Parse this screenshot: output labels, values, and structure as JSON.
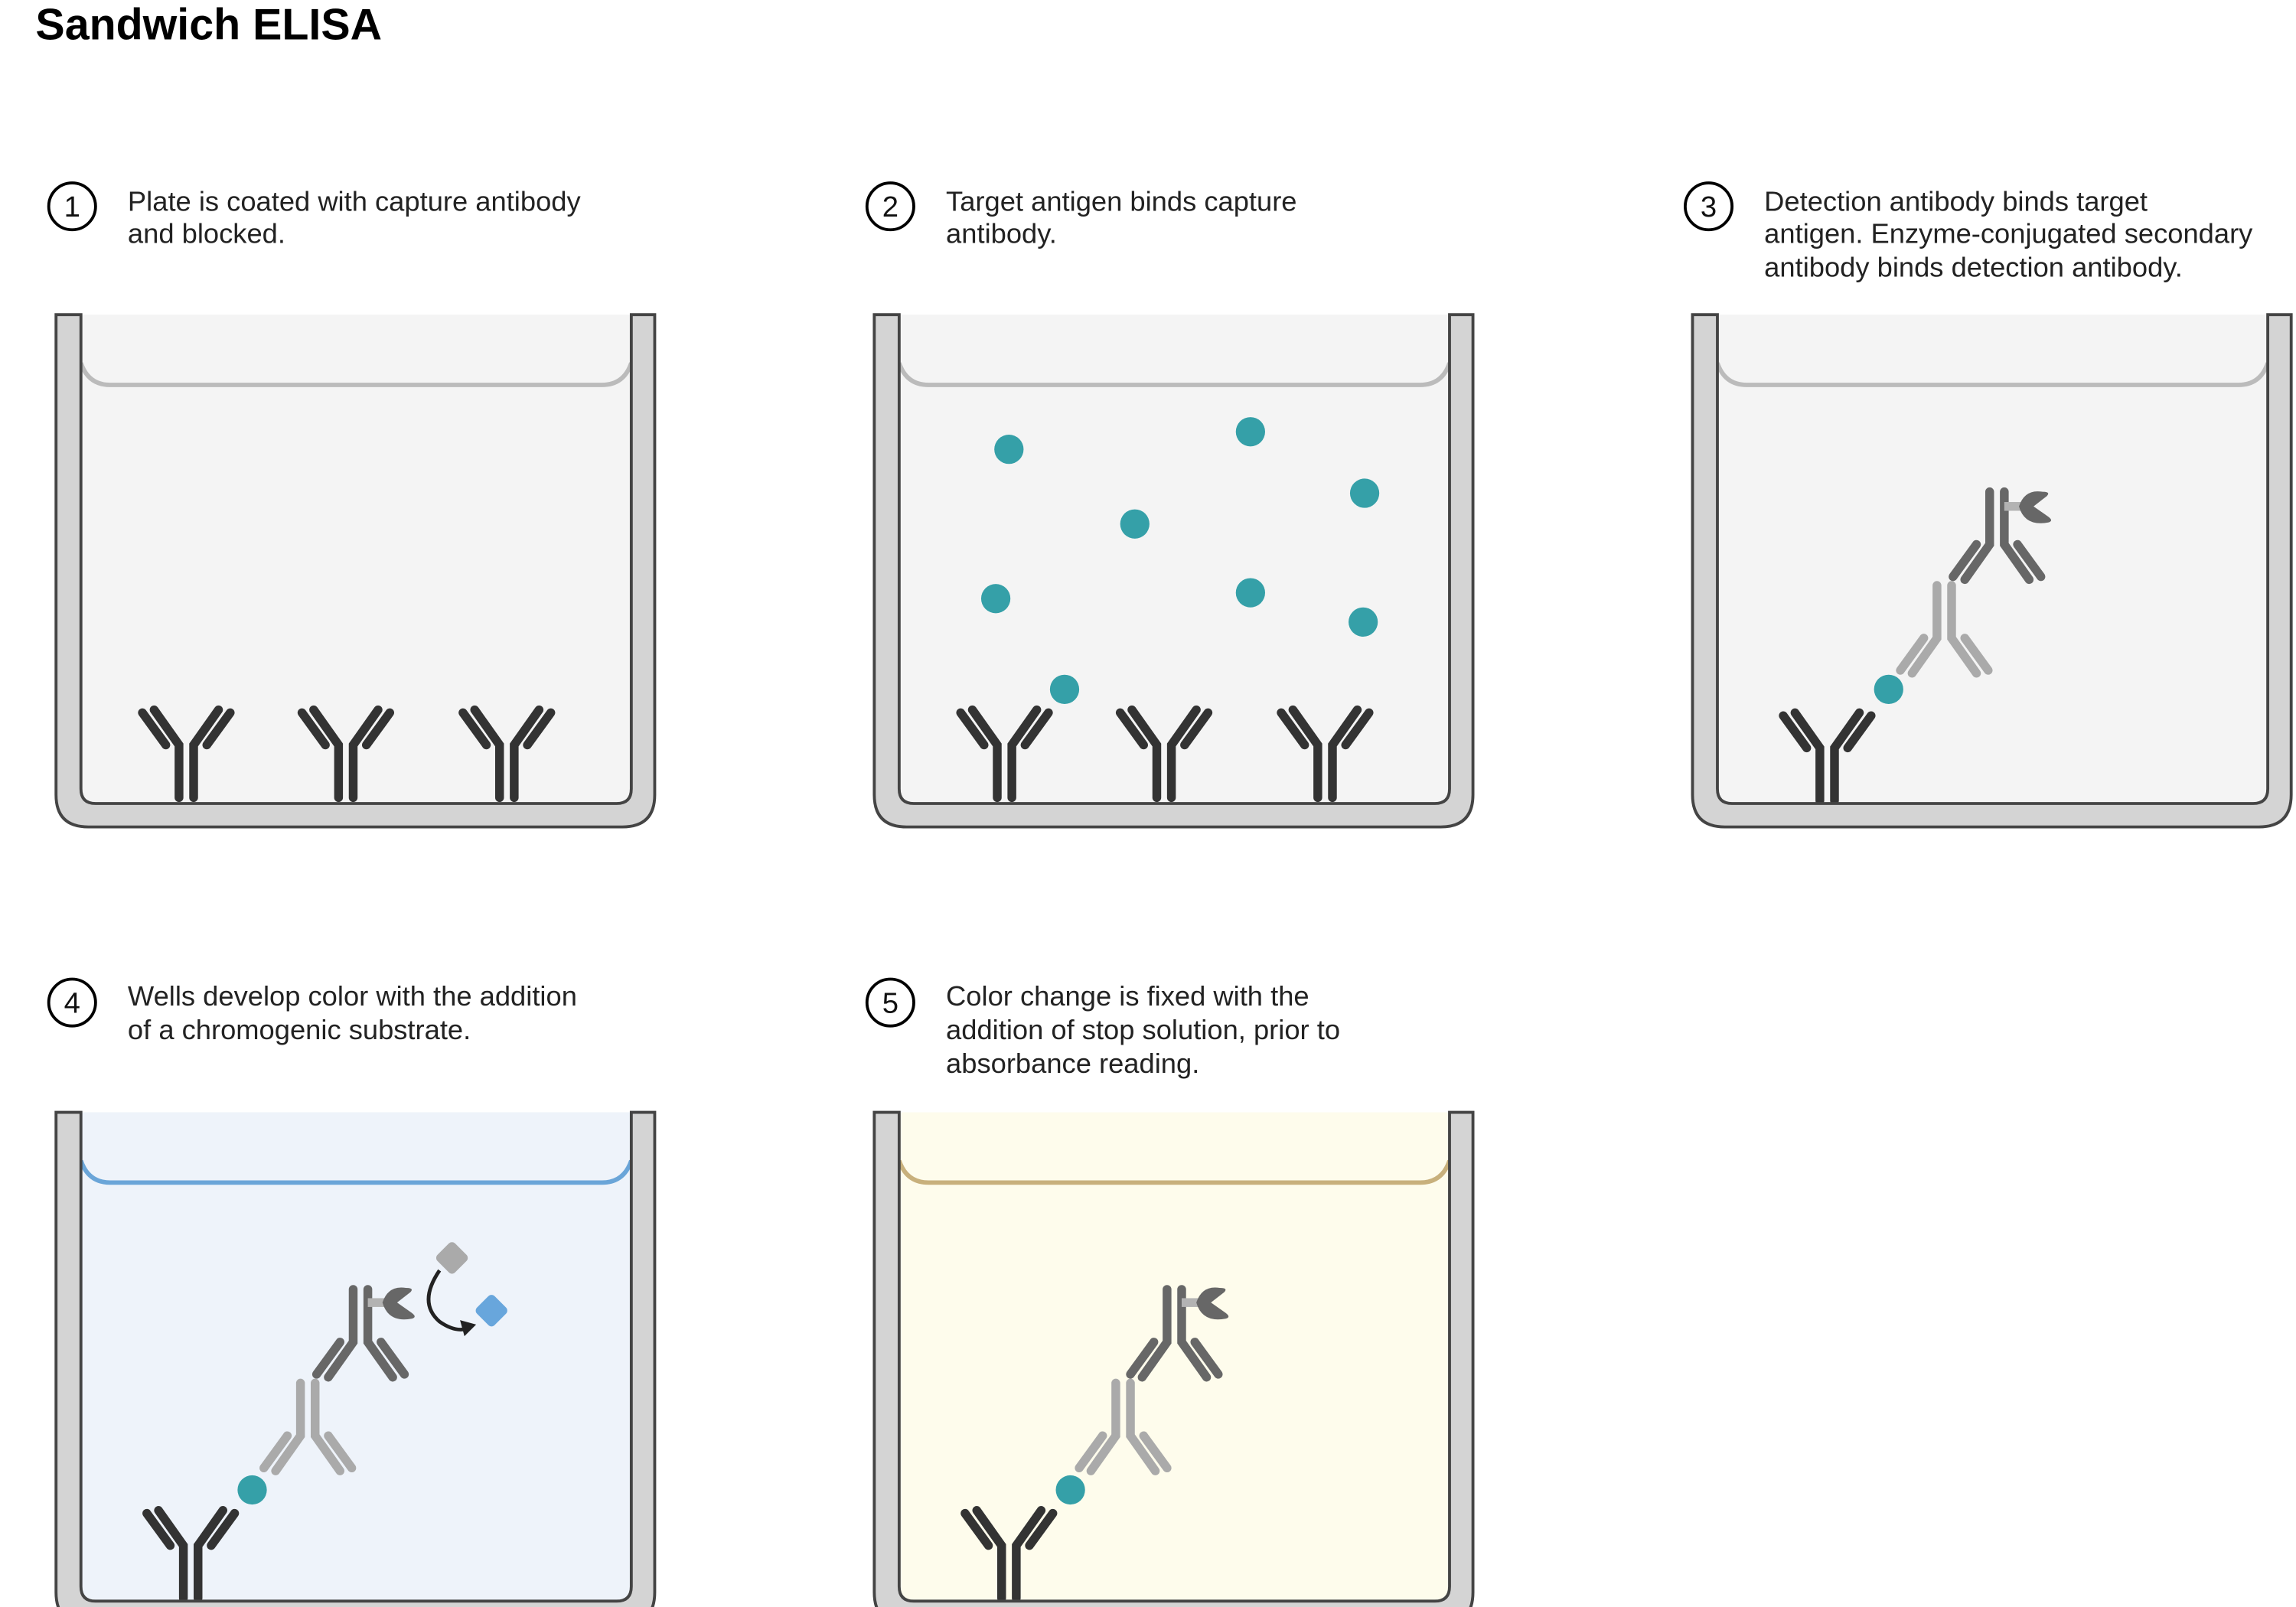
{
  "title": "Sandwich ELISA",
  "steps": [
    {
      "number": "1",
      "lines": [
        "Plate is coated with capture antibody",
        "and blocked."
      ]
    },
    {
      "number": "2",
      "lines": [
        "Target antigen binds capture",
        "antibody."
      ]
    },
    {
      "number": "3",
      "lines": [
        "Detection antibody binds target",
        "antigen. Enzyme-conjugated secondary",
        "antibody binds detection antibody."
      ]
    },
    {
      "number": "4",
      "lines": [
        "Wells develop color with the addition",
        "of a chromogenic substrate."
      ]
    },
    {
      "number": "5",
      "lines": [
        "Color change is fixed with the",
        "addition of stop solution, prior to",
        "absorbance reading."
      ]
    }
  ],
  "colors": {
    "capture_antibody": "#333333",
    "detection_antibody": "#aaaaaa",
    "secondary_antibody": "#676767",
    "antigen": "#35a0a8",
    "well_wall": "#d4d4d4",
    "well_fill_default": "#f4f4f4",
    "well_fill_substrate": "#eef3fa",
    "well_fill_stop": "#fefcec",
    "substrate_line": "#6aa5d8",
    "stop_line": "#c8b07c",
    "product": "#68a6dc",
    "substrate": "#aaaaaa"
  }
}
